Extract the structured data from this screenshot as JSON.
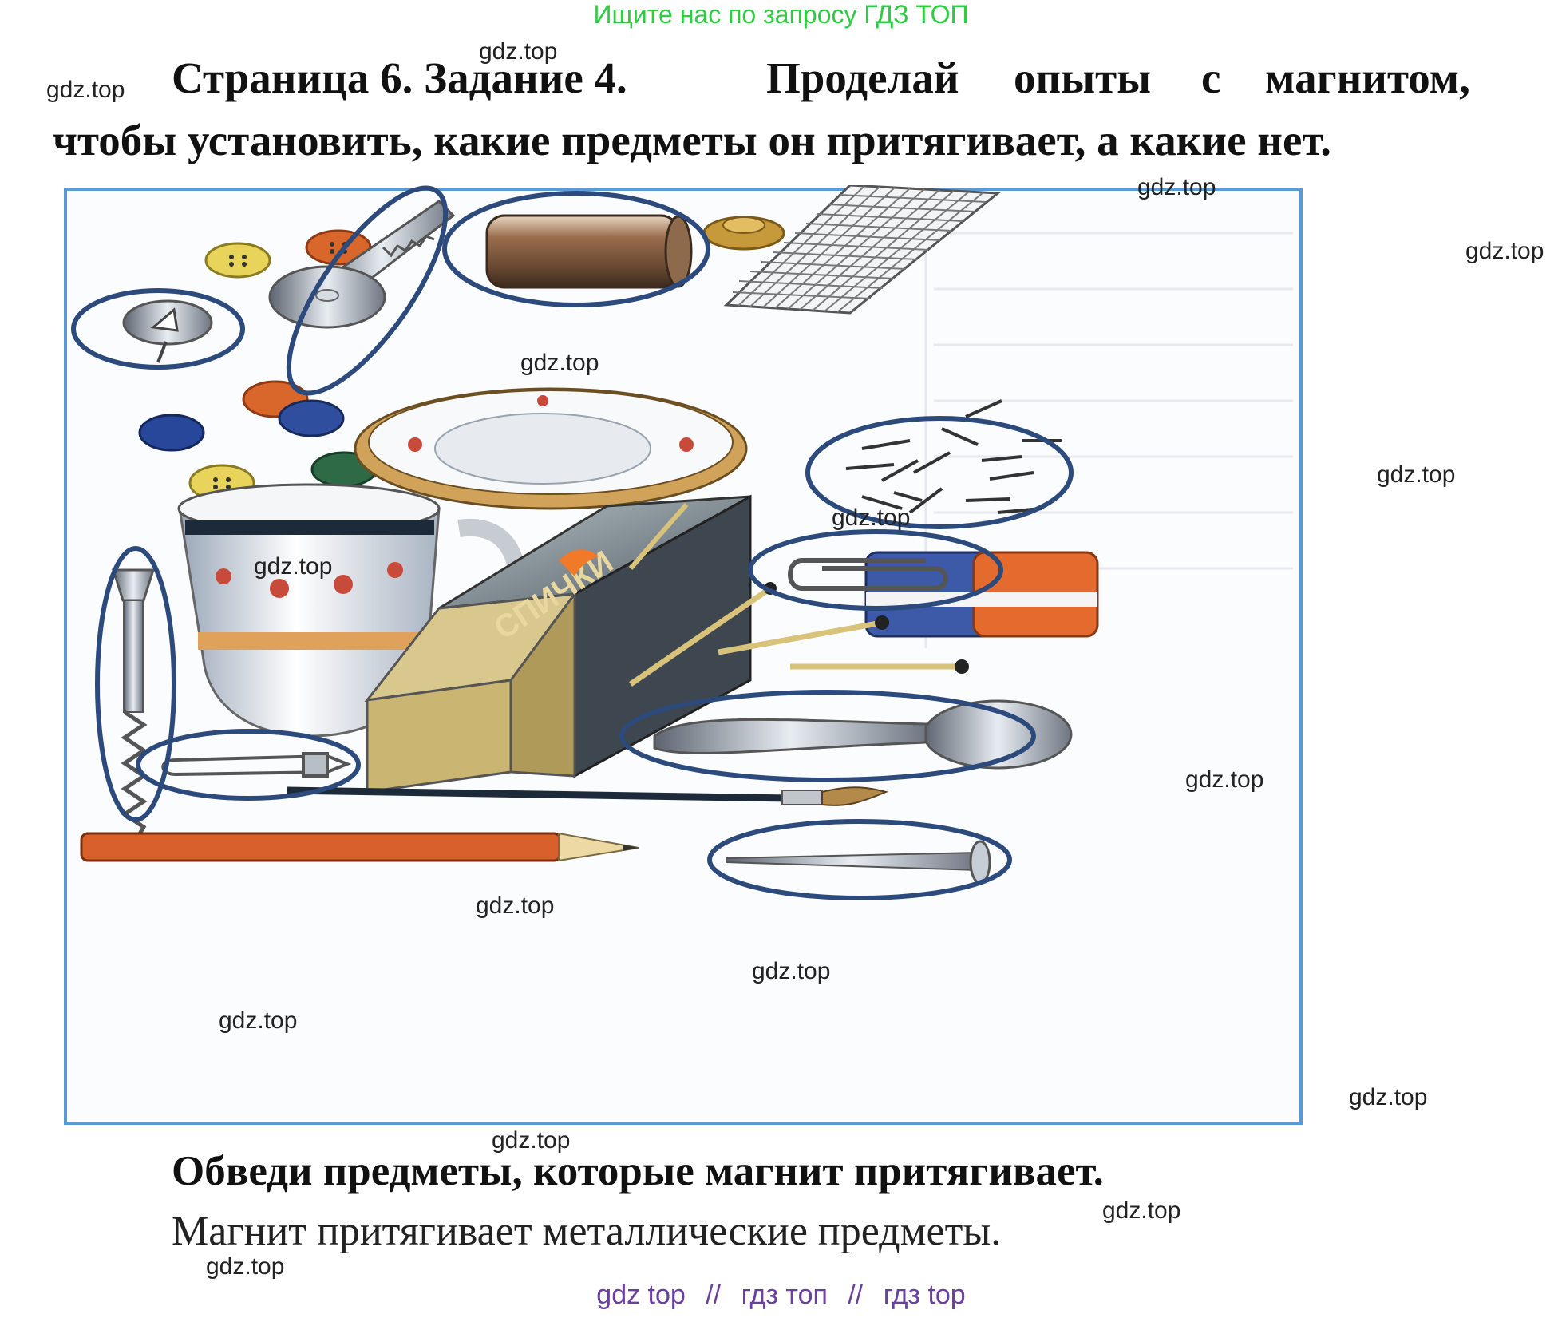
{
  "banner": "Ищите нас по запросу ГДЗ ТОП",
  "task": {
    "page_label": "Страница 6. Задание 4.",
    "line1_words": [
      "Проделай",
      "опыты",
      "с",
      "магнитом,"
    ],
    "line2": "чтобы установить, какие предметы он притягивает, а какие нет."
  },
  "instruction": "Обведи предметы, которые магнит притягивает.",
  "answer": "Магнит притягивает металлические предметы.",
  "matchbox_label": "СПИЧКИ",
  "watermark": "gdz.top",
  "footer": {
    "parts": [
      "gdz top",
      "гдз топ",
      "гдз top"
    ],
    "separator": "//"
  },
  "colors": {
    "circle": "#2c4a7c",
    "frame": "#5b9bd5",
    "banner": "#2ecc40",
    "footer": "#6a3fa0"
  }
}
